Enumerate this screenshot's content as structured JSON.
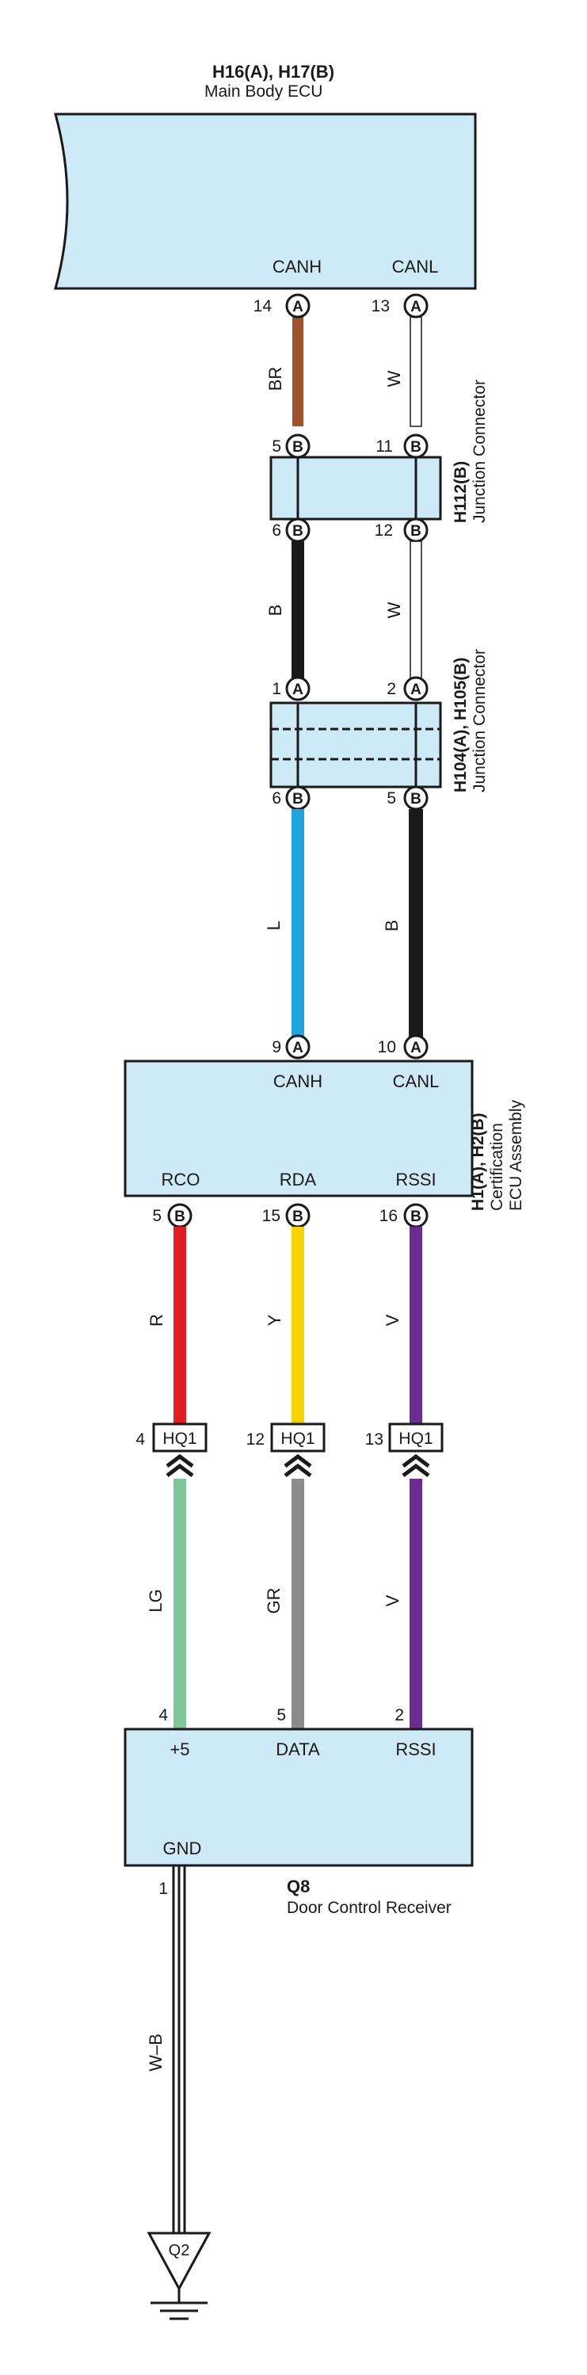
{
  "colors": {
    "box_fill": "#cfeaf7",
    "wire_BR": "#a0522d",
    "wire_W": "#ffffff",
    "wire_B": "#1a1a1a",
    "wire_L": "#1ea5e0",
    "wire_R": "#e31b23",
    "wire_Y": "#f5d200",
    "wire_V": "#6a2c91",
    "wire_LG": "#7fc79a",
    "wire_GR": "#8c8c8c",
    "wire_WB": "#1a1a1a"
  },
  "main_body_ecu": {
    "code": "H16(A), H17(B)",
    "name": "Main Body ECU",
    "term_canh": "CANH",
    "term_canl": "CANL",
    "pin_canh": "14",
    "pin_canh_conn": "A",
    "pin_canl": "13",
    "pin_canl_conn": "A"
  },
  "wires_top": {
    "left": "BR",
    "right": "W"
  },
  "h112": {
    "code": "H112(B)",
    "name": "Junction Connector",
    "in_left": "5",
    "in_left_conn": "B",
    "in_right": "11",
    "in_right_conn": "B",
    "out_left": "6",
    "out_left_conn": "B",
    "out_right": "12",
    "out_right_conn": "B"
  },
  "wires_mid": {
    "left": "B",
    "right": "W"
  },
  "h104": {
    "code": "H104(A), H105(B)",
    "name": "Junction Connector",
    "in_left": "1",
    "in_left_conn": "A",
    "in_right": "2",
    "in_right_conn": "A",
    "out_left": "6",
    "out_left_conn": "B",
    "out_right": "5",
    "out_right_conn": "B"
  },
  "wires_low": {
    "left": "L",
    "right": "B"
  },
  "cert_ecu": {
    "code": "H1(A), H2(B)",
    "name_line1": "Certification",
    "name_line2": "ECU Assembly",
    "pin_canh": "9",
    "pin_canh_conn": "A",
    "pin_canl": "10",
    "pin_canl_conn": "A",
    "term_canh": "CANH",
    "term_canl": "CANL",
    "term_rco": "RCO",
    "term_rda": "RDA",
    "term_rssi": "RSSI",
    "pin_rco": "5",
    "pin_rco_conn": "B",
    "pin_rda": "15",
    "pin_rda_conn": "B",
    "pin_rssi": "16",
    "pin_rssi_conn": "B"
  },
  "wires_cert": {
    "left": "R",
    "mid": "Y",
    "right": "V"
  },
  "hq1": {
    "label": "HQ1",
    "pin_left": "4",
    "pin_mid": "12",
    "pin_right": "13"
  },
  "wires_recv": {
    "left": "LG",
    "mid": "GR",
    "right": "V"
  },
  "receiver": {
    "code": "Q8",
    "name": "Door Control Receiver",
    "pin_plus5": "4",
    "pin_data": "5",
    "pin_rssi": "2",
    "term_plus5": "+5",
    "term_data": "DATA",
    "term_rssi": "RSSI",
    "term_gnd": "GND",
    "pin_gnd": "1"
  },
  "ground_wire": "W–B",
  "ground": {
    "label": "Q2"
  }
}
